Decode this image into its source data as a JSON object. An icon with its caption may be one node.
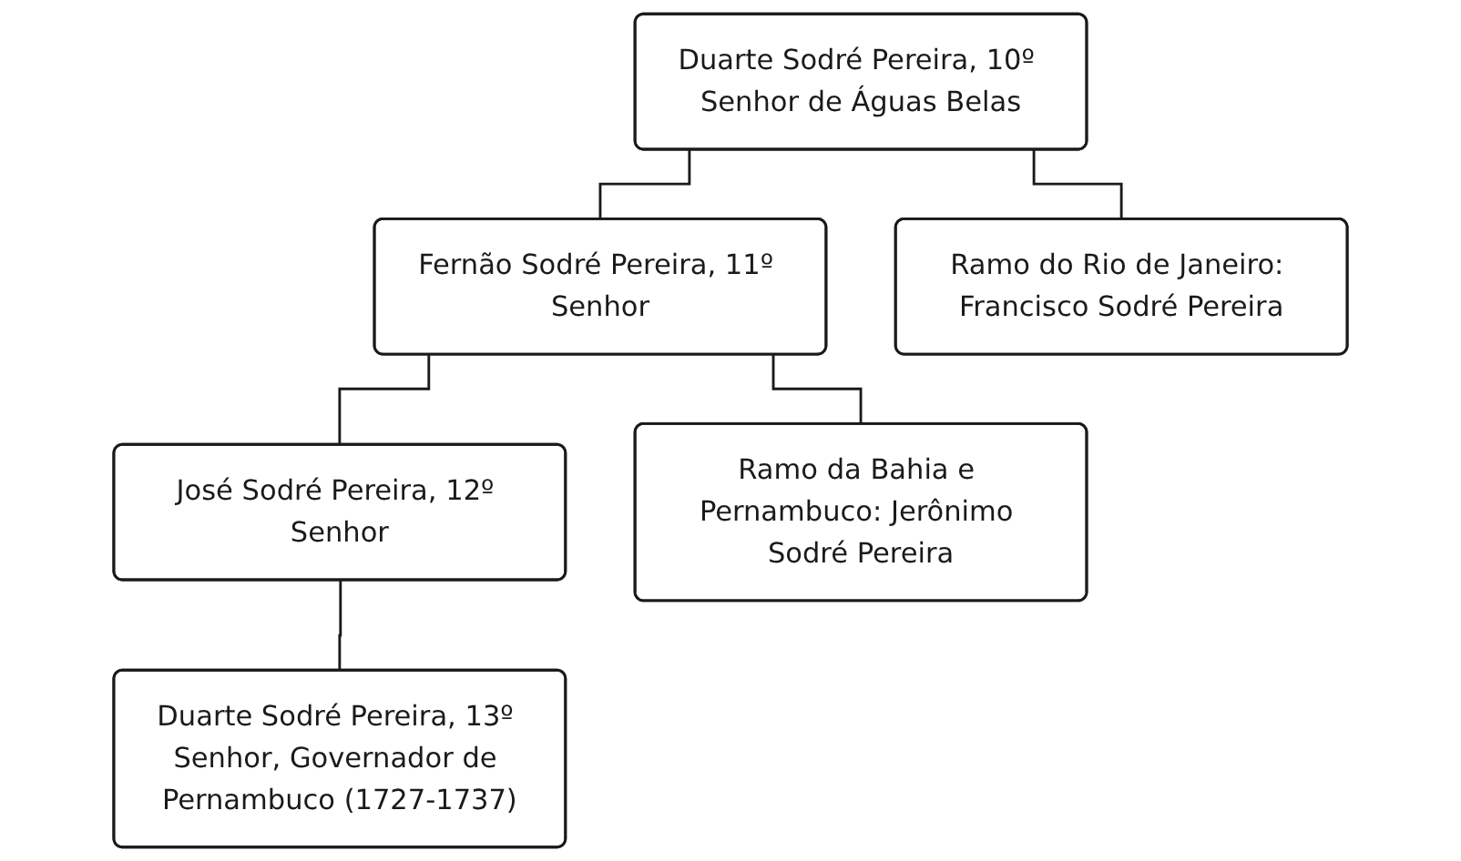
{
  "diagram": {
    "nodes": [
      {
        "text": [
          "Duarte Sodré Pereira, 10º Senhor de Águas Belas"
        ]
      },
      {
        "text": [
          "Fernão Sodré Pereira, 11º Senhor"
        ]
      },
      {
        "text": [
          "Ramo do Rio de Janeiro: Francisco Sodré Pereira"
        ]
      },
      {
        "text": [
          "José Sodré Pereira, 12º Senhor"
        ]
      },
      {
        "text": [
          "Ramo da Bahia e Pernambuco: Jerônimo Sodré Pereira"
        ]
      },
      {
        "text": [
          "Duarte Sodré Pereira, 13º Senhor, Governador de Pernambuco (1727-1737)"
        ]
      }
    ],
    "edges": [
      {
        "from": 0,
        "to": 1,
        "arrow": "none"
      },
      {
        "from": 0,
        "to": 2,
        "arrow": "none"
      },
      {
        "from": 1,
        "to": 3,
        "arrow": "none"
      },
      {
        "from": 1,
        "to": 4,
        "arrow": "none"
      },
      {
        "from": 3,
        "to": 5,
        "arrow": "none"
      }
    ]
  }
}
